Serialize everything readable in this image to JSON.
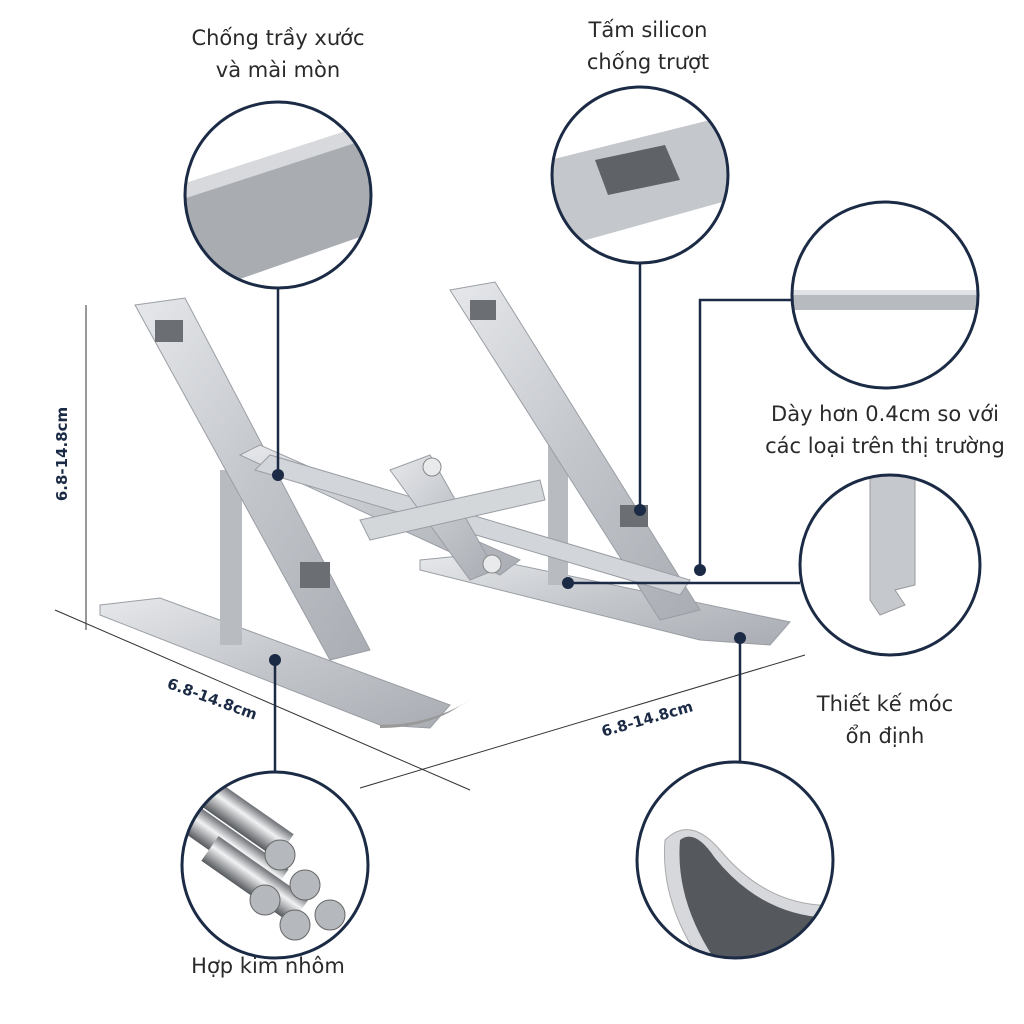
{
  "callouts": {
    "scratch": {
      "line1": "Chống trầy xước",
      "line2": "và mài mòn"
    },
    "silicone": {
      "line1": "Tấm silicon",
      "line2": "chống trượt"
    },
    "thickness": {
      "line1": "Dày hơn 0.4cm so với",
      "line2": "các loại trên thị trường"
    },
    "hook": {
      "line1": "Thiết kế móc",
      "line2": "ổn định"
    },
    "alloy": {
      "line1": "Hợp kim nhôm"
    }
  },
  "dimensions": {
    "height": "6.8-14.8cm",
    "left": "6.8-14.8cm",
    "right": "6.8-14.8cm"
  },
  "colors": {
    "accent": "#1c2b45",
    "metal": "#c9ccd1",
    "pad": "#6b6e73"
  }
}
